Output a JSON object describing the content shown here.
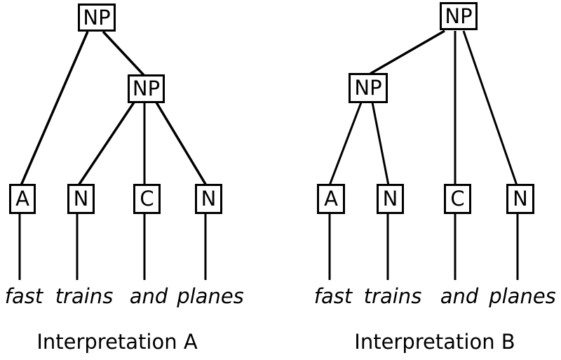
{
  "diagram": {
    "colors": {
      "background": "#ffffff",
      "line": "#000000",
      "text": "#000000"
    },
    "trees": [
      {
        "caption": "Interpretation A",
        "root_label": "NP",
        "inner_label": "NP",
        "leaf_labels": [
          "A",
          "N",
          "C",
          "N"
        ],
        "words": [
          "fast",
          "trains",
          "and",
          "planes"
        ],
        "edges": [
          [
            "NP-root",
            "A"
          ],
          [
            "NP-root",
            "NP-inner"
          ],
          [
            "NP-inner",
            "N1"
          ],
          [
            "NP-inner",
            "C"
          ],
          [
            "NP-inner",
            "N2"
          ],
          [
            "A",
            "fast"
          ],
          [
            "N1",
            "trains"
          ],
          [
            "C",
            "and"
          ],
          [
            "N2",
            "planes"
          ]
        ]
      },
      {
        "caption": "Interpretation B",
        "root_label": "NP",
        "inner_label": "NP",
        "leaf_labels": [
          "A",
          "N",
          "C",
          "N"
        ],
        "words": [
          "fast",
          "trains",
          "and",
          "planes"
        ],
        "edges": [
          [
            "NP-root",
            "NP-inner"
          ],
          [
            "NP-root",
            "C"
          ],
          [
            "NP-root",
            "N2"
          ],
          [
            "NP-inner",
            "A"
          ],
          [
            "NP-inner",
            "N1"
          ],
          [
            "A",
            "fast"
          ],
          [
            "N1",
            "trains"
          ],
          [
            "C",
            "and"
          ],
          [
            "N2",
            "planes"
          ]
        ]
      }
    ]
  }
}
